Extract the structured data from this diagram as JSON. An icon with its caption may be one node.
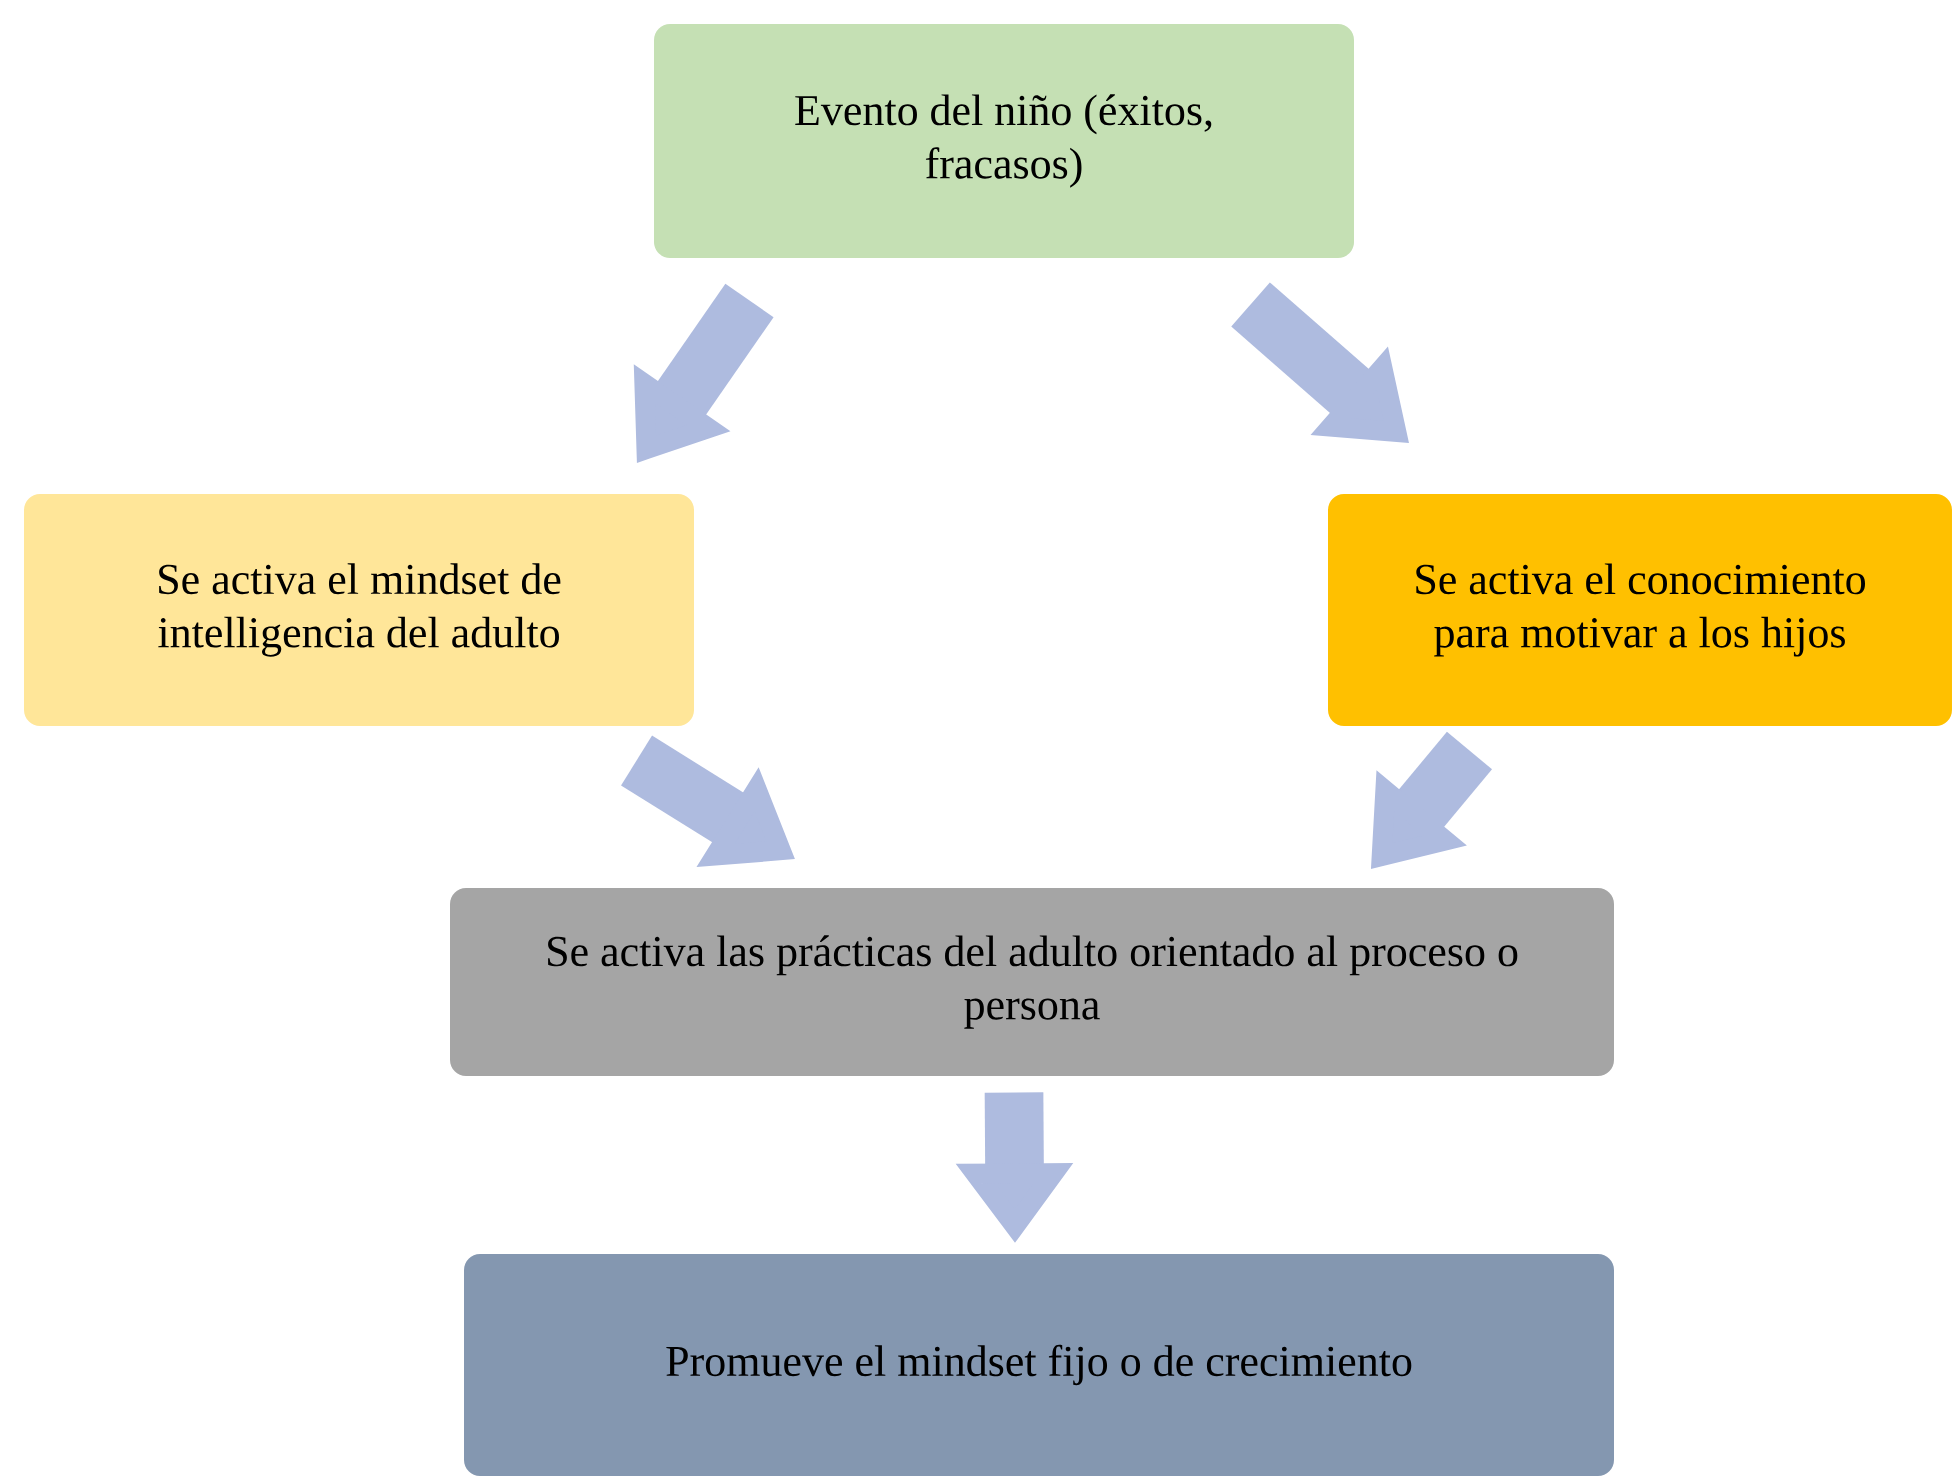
{
  "diagram": {
    "nodes": [
      {
        "text": [
          "Evento del niño (éxitos, fracasos)"
        ]
      },
      {
        "text": [
          "Se activa el mindset de intelligencia del adulto"
        ]
      },
      {
        "text": [
          "Se activa el conocimiento para motivar a los hijos"
        ]
      },
      {
        "text": [
          "Se activa las prácticas del adulto orientado al proceso o persona"
        ]
      },
      {
        "text": [
          "Promueve el mindset fijo o de crecimiento"
        ]
      }
    ],
    "edges": [
      {
        "from": 0,
        "to": 1,
        "arrow": "to"
      },
      {
        "from": 0,
        "to": 2,
        "arrow": "to"
      },
      {
        "from": 1,
        "to": 3,
        "arrow": "to"
      },
      {
        "from": 2,
        "to": 3,
        "arrow": "to"
      },
      {
        "from": 3,
        "to": 4,
        "arrow": "to"
      }
    ]
  }
}
